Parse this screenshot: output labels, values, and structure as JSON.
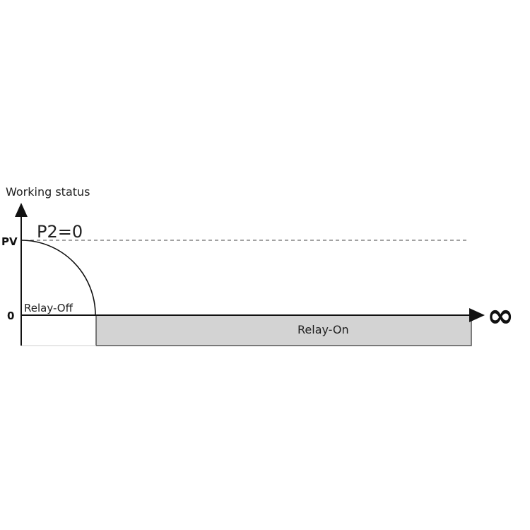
{
  "y_axis_title": "Working status",
  "y_tick_pv": "PV",
  "y_tick_zero": "0",
  "parameter_label": "P2=0",
  "relay_off_label": "Relay-Off",
  "relay_on_label": "Relay-On",
  "x_axis_end_symbol": "∞",
  "colors": {
    "line": "#111111",
    "relay_on_fill": "#d3d3d3",
    "relay_on_border": "#555555",
    "dashed_line": "#444444"
  }
}
